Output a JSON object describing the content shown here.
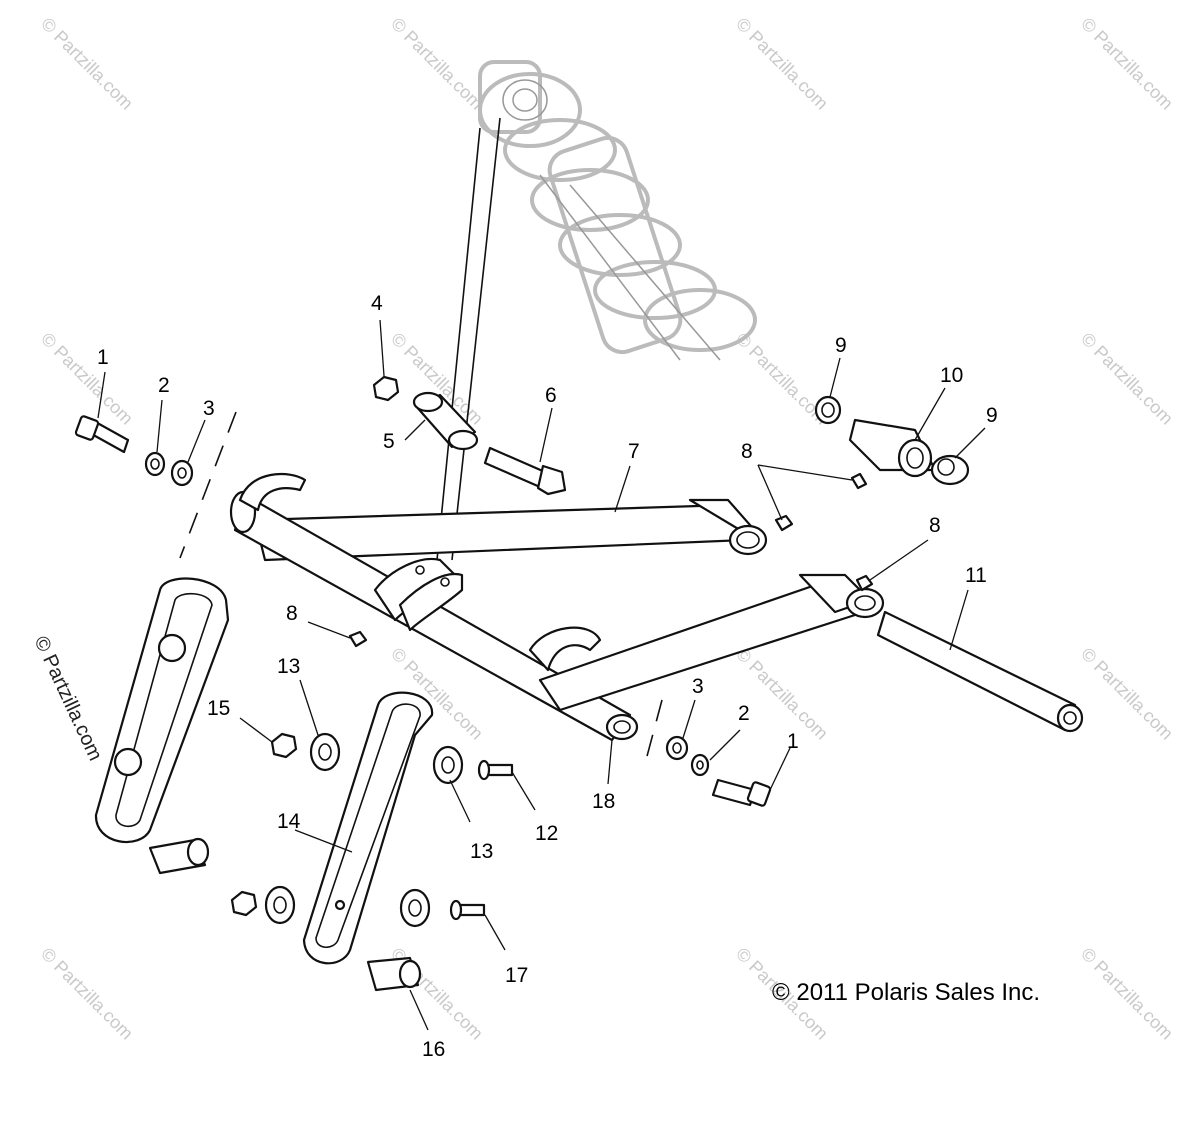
{
  "diagram": {
    "copyright": "© 2011 Polaris Sales Inc.",
    "side_watermark": "© Partzilla.com",
    "watermark": "© Partzilla.com",
    "callouts": {
      "c1a": "1",
      "c2a": "2",
      "c3a": "3",
      "c4": "4",
      "c5": "5",
      "c6": "6",
      "c7": "7",
      "c8a": "8",
      "c8b": "8",
      "c8c": "8",
      "c9a": "9",
      "c9b": "9",
      "c10": "10",
      "c11": "11",
      "c1b": "1",
      "c2b": "2",
      "c3b": "3",
      "c12": "12",
      "c13a": "13",
      "c13b": "13",
      "c14": "14",
      "c15": "15",
      "c16": "16",
      "c17": "17",
      "c18": "18"
    }
  }
}
